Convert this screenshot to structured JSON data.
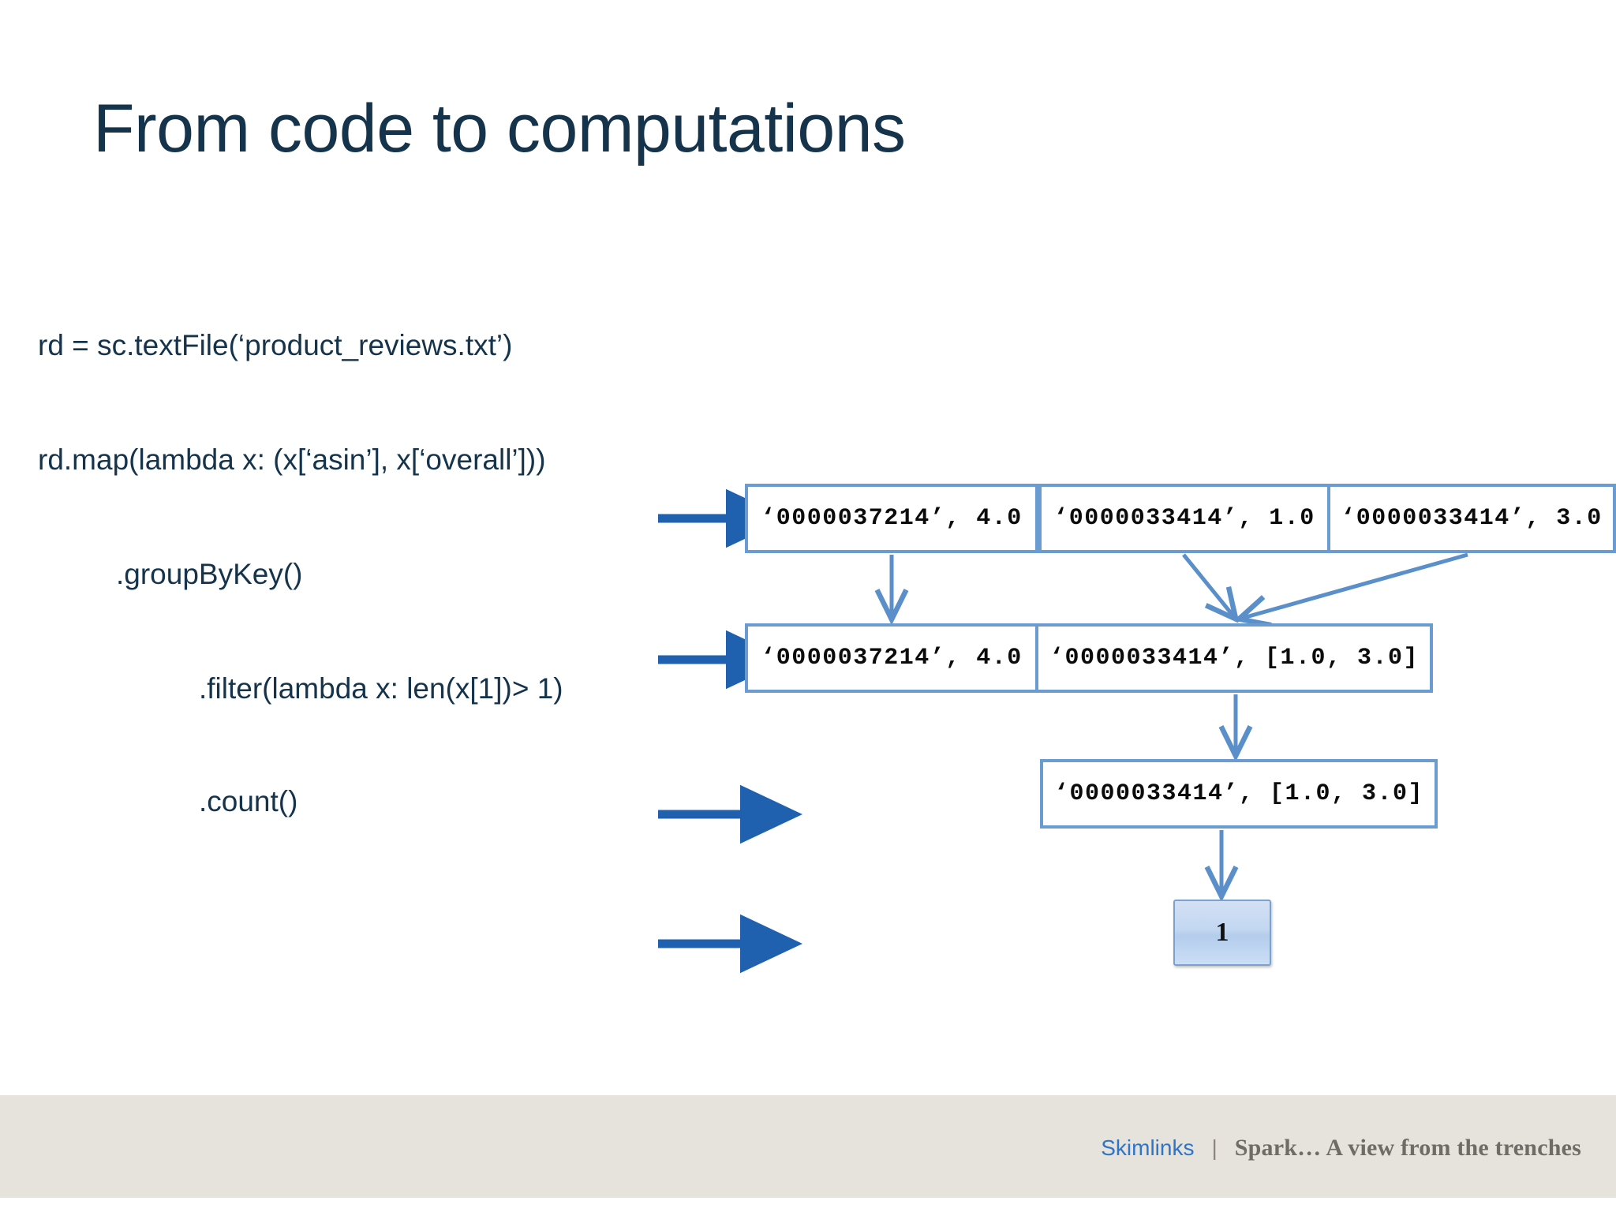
{
  "slide": {
    "title": "From code to computations",
    "background_color": "#FFFFFF",
    "title_color": "#15344C"
  },
  "code": {
    "lines": [
      {
        "text": "rd = sc.textFile(‘product_reviews.txt’)"
      },
      {
        "text": "rd.map(lambda x: (x[‘asin’], x[‘overall’]))"
      },
      {
        "text": ".groupByKey()"
      },
      {
        "text": ".filter(lambda x: len(x[1])> 1)"
      },
      {
        "text": ".count()"
      }
    ]
  },
  "diagram": {
    "stage_arrow_color": "#1F61AE",
    "connector_color": "#5B8FC9",
    "box_border_color": "#6A9BD1",
    "rows": [
      {
        "name": "textfile-stage",
        "boxes": [
          {
            "text": "‘0000037214’, 4.0"
          },
          {
            "text": "‘0000033414’, 1.0"
          },
          {
            "text": "‘0000033414’, 3.0"
          }
        ]
      },
      {
        "name": "groupbykey-stage",
        "boxes": [
          {
            "text": "‘0000037214’, 4.0"
          },
          {
            "text": "‘0000033414’, [1.0, 3.0]"
          }
        ]
      },
      {
        "name": "filter-stage",
        "boxes": [
          {
            "text": "‘0000033414’, [1.0, 3.0]"
          }
        ]
      },
      {
        "name": "count-stage",
        "boxes": [
          {
            "text": "1"
          }
        ]
      }
    ]
  },
  "footer": {
    "brand": "Skimlinks",
    "separator": "|",
    "deck_title": "Spark… A view from the trenches",
    "bar_color": "#E6E2DC",
    "brand_color": "#2E75C8",
    "deck_color": "#6F6B66"
  }
}
